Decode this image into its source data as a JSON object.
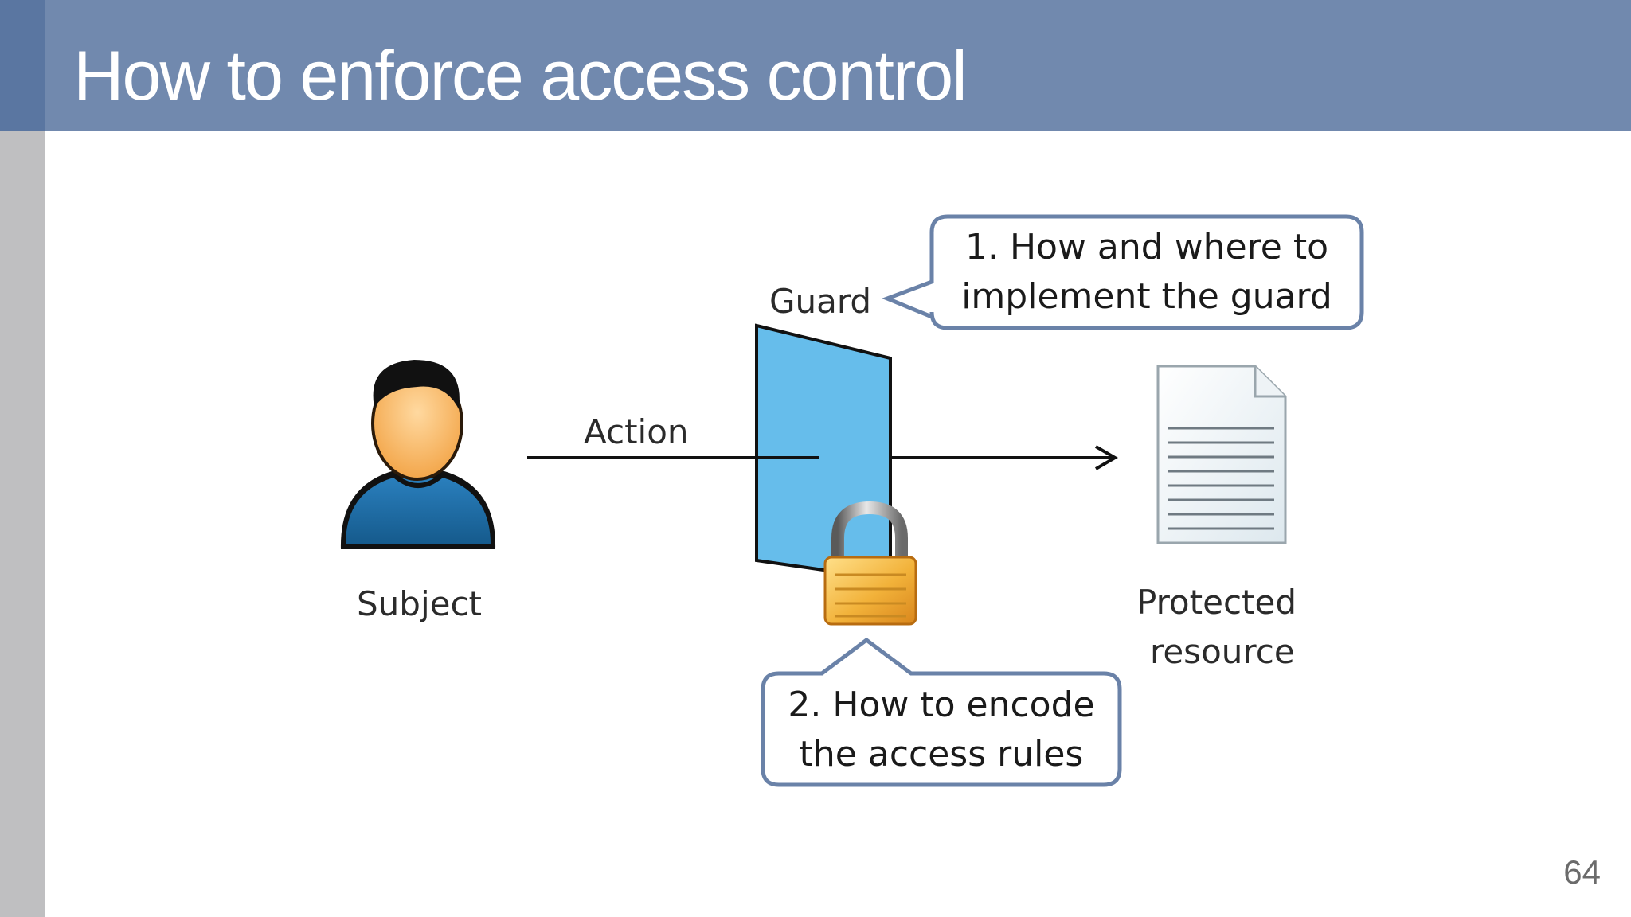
{
  "slide": {
    "title": "How to enforce access control",
    "page_number": "64"
  },
  "diagram": {
    "subject_label": "Subject",
    "action_label": "Action",
    "guard_label": "Guard",
    "resource_label_line1": "Protected",
    "resource_label_line2": "resource",
    "callout_guard_line1": "1. How and where to",
    "callout_guard_line2": "implement the guard",
    "callout_rules_line1": "2. How to encode",
    "callout_rules_line2": "the access rules"
  },
  "colors": {
    "title_band": "#7189ae",
    "left_bar_top": "#5a76a1",
    "left_bar": "#bfbfc1",
    "guard_panel": "#66bdeb",
    "callout_border": "#6a82a8",
    "person_shirt": "#1f6a9e",
    "lock_body": "#f2b23a"
  },
  "icons": [
    "person-icon",
    "guard-door-icon",
    "padlock-icon",
    "document-icon"
  ]
}
